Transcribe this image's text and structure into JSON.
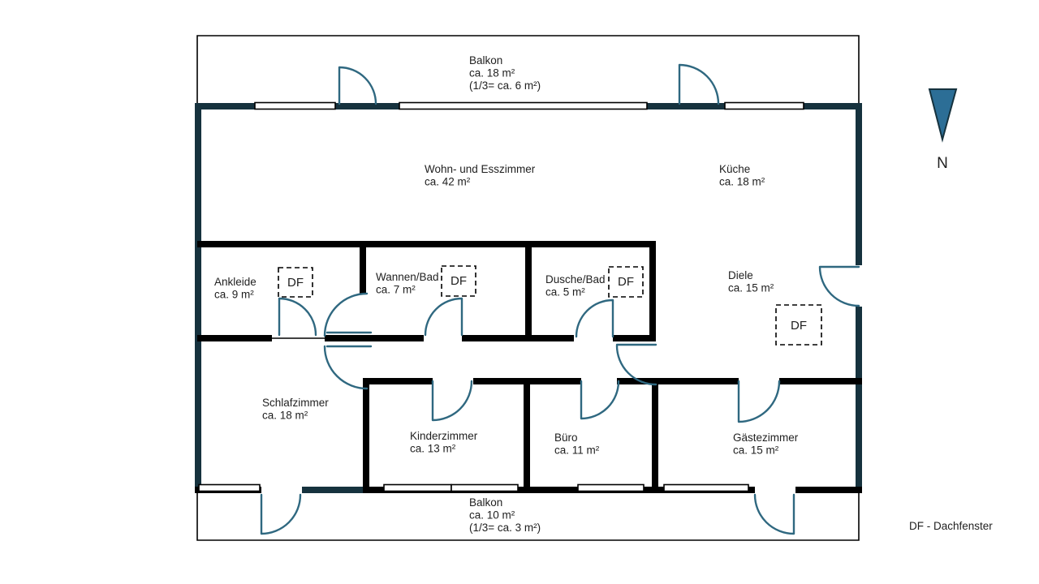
{
  "colors": {
    "wall_exterior": "#16323e",
    "wall_interior": "#000000",
    "door": "#2f6880",
    "north_arrow_fill": "#2c6e96",
    "text": "#1f1f1f"
  },
  "compass": {
    "label": "N"
  },
  "legend": {
    "text": "DF - Dachfenster"
  },
  "skylight_label": "DF",
  "rooms": {
    "balkon_top": {
      "name": "Balkon",
      "area": "ca. 18 m²",
      "note": "(1/3= ca. 6 m²)"
    },
    "wohn_esszimmer": {
      "name": "Wohn- und Esszimmer",
      "area": "ca. 42 m²"
    },
    "kueche": {
      "name": "Küche",
      "area": "ca. 18 m²"
    },
    "ankleide": {
      "name": "Ankleide",
      "area": "ca. 9 m²"
    },
    "wannen_bad": {
      "name": "Wannen/Bad",
      "area": "ca. 7 m²"
    },
    "dusche_bad": {
      "name": "Dusche/Bad",
      "area": "ca. 5 m²"
    },
    "diele": {
      "name": "Diele",
      "area": "ca. 15 m²"
    },
    "schlafzimmer": {
      "name": "Schlafzimmer",
      "area": "ca. 18 m²"
    },
    "kinderzimmer": {
      "name": "Kinderzimmer",
      "area": "ca. 13 m²"
    },
    "buero": {
      "name": "Büro",
      "area": "ca. 11 m²"
    },
    "gaestezimmer": {
      "name": "Gästezimmer",
      "area": "ca. 15 m²"
    },
    "balkon_bottom": {
      "name": "Balkon",
      "area": "ca. 10 m²",
      "note": "(1/3= ca. 3 m²)"
    }
  }
}
